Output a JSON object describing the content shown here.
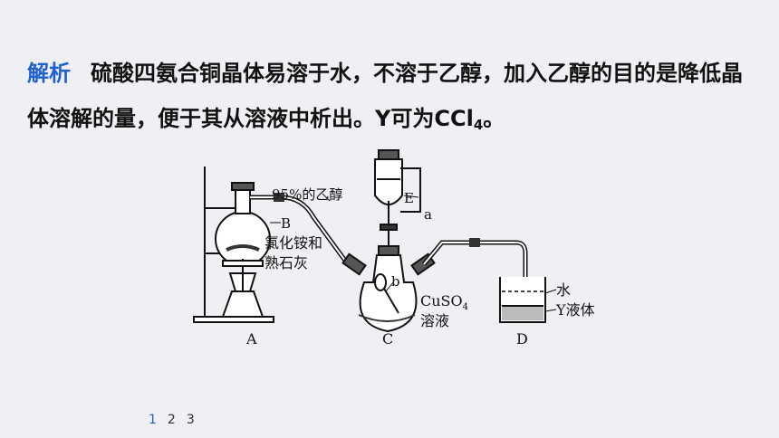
{
  "analysis": {
    "tag": "解析",
    "text_main": "硫酸四氨合铜晶体易溶于水，不溶于乙醇，加入乙醇的目的是降低晶体溶解的量，便于其从溶液中析出。Y可为CCl",
    "text_sub": "4",
    "text_end": "。"
  },
  "diagram": {
    "ethanol_label": "95%的乙醇",
    "label_B": "B",
    "reagent_line1": "氯化铵和",
    "reagent_line2": "熟石灰",
    "label_E": "E",
    "label_a": "a",
    "label_b": "b",
    "cuso4_main": "CuSO",
    "cuso4_sub": "4",
    "solution": "溶液",
    "water": "水",
    "y_liquid": "Y液体",
    "label_A": "A",
    "label_C": "C",
    "label_D": "D"
  },
  "pagination": [
    "1",
    "2",
    "3"
  ],
  "colors": {
    "accent": "#1f5fd6"
  }
}
